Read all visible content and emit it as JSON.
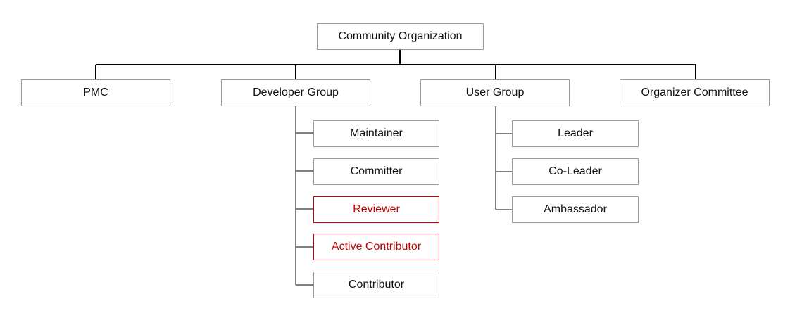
{
  "diagram": {
    "root": {
      "label": "Community Organization"
    },
    "groups": [
      {
        "label": "PMC"
      },
      {
        "label": "Developer Group"
      },
      {
        "label": "User Group"
      },
      {
        "label": "Organizer Committee"
      }
    ],
    "developer_roles": [
      {
        "label": "Maintainer",
        "highlight": false
      },
      {
        "label": "Committer",
        "highlight": false
      },
      {
        "label": "Reviewer",
        "highlight": true
      },
      {
        "label": "Active Contributor",
        "highlight": true
      },
      {
        "label": "Contributor",
        "highlight": false
      }
    ],
    "user_roles": [
      {
        "label": "Leader"
      },
      {
        "label": "Co-Leader"
      },
      {
        "label": "Ambassador"
      }
    ]
  },
  "colors": {
    "line": "#000000",
    "box_border": "#9a9a9a",
    "text": "#111111",
    "highlight": "#c00000"
  }
}
